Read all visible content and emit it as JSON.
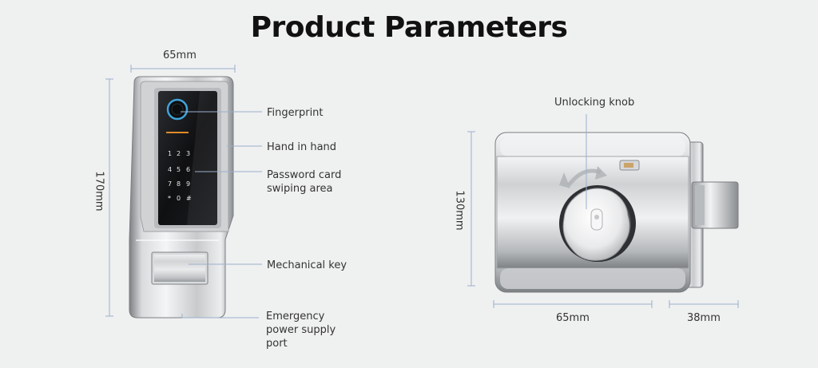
{
  "title": "Product Parameters",
  "left_product": {
    "width_label": "65mm",
    "height_label": "170mm",
    "callouts": {
      "fingerprint": "Fingerprint",
      "hand_in_hand": "Hand in hand",
      "password_line1": "Password card",
      "password_line2": "swiping area",
      "mechanical_key": "Mechanical key",
      "emergency_line1": "Emergency",
      "emergency_line2": "power supply",
      "emergency_line3": "port"
    },
    "keypad": [
      "1",
      "2",
      "3",
      "4",
      "5",
      "6",
      "7",
      "8",
      "9",
      "*",
      "0",
      "#"
    ]
  },
  "right_product": {
    "knob_label": "Unlocking knob",
    "height_label": "130mm",
    "width_label": "65mm",
    "depth_label": "38mm"
  },
  "colors": {
    "background": "#eff0f0",
    "leader_line": "#9bb0cc",
    "steel_light": "#e4e6e8",
    "steel_dark": "#8a8d90",
    "panel_black": "#141518"
  }
}
